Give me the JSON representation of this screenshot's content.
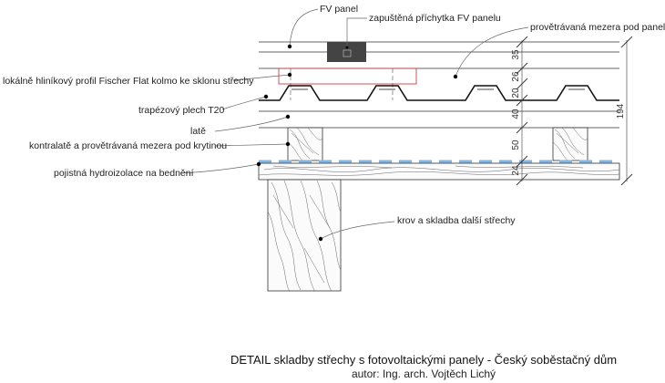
{
  "labels": {
    "fv_panel": "FV panel",
    "clip": "zapuštěná příchytka FV panelu",
    "air_gap": "provětrávaná mezera pod panelem",
    "alu_profile": "lokálně hliníkový profil Fischer Flat kolmo ke sklonu střechy",
    "trapezoid": "trapézový plech T20",
    "battens": "latě",
    "counter_battens": "kontralatě a provětrávaná mezera pod krytinou",
    "membrane": "pojistná hydroizolace na bednění",
    "rafter": "krov a skladba další střechy"
  },
  "dimensions": {
    "d1": "35",
    "d2": "26",
    "d3": "20",
    "d4": "40",
    "d5": "50",
    "d6": "24",
    "total": "194"
  },
  "footer": {
    "title": "DETAIL skladby střechy s fotovoltaickými panely - Český soběstačný dům",
    "author": "autor: Ing. arch. Vojtěch Lichý"
  },
  "colors": {
    "line": "#333333",
    "profile_outline": "#d04040",
    "membrane_blue": "#7fb6e6",
    "panel_clip": "#444444"
  }
}
